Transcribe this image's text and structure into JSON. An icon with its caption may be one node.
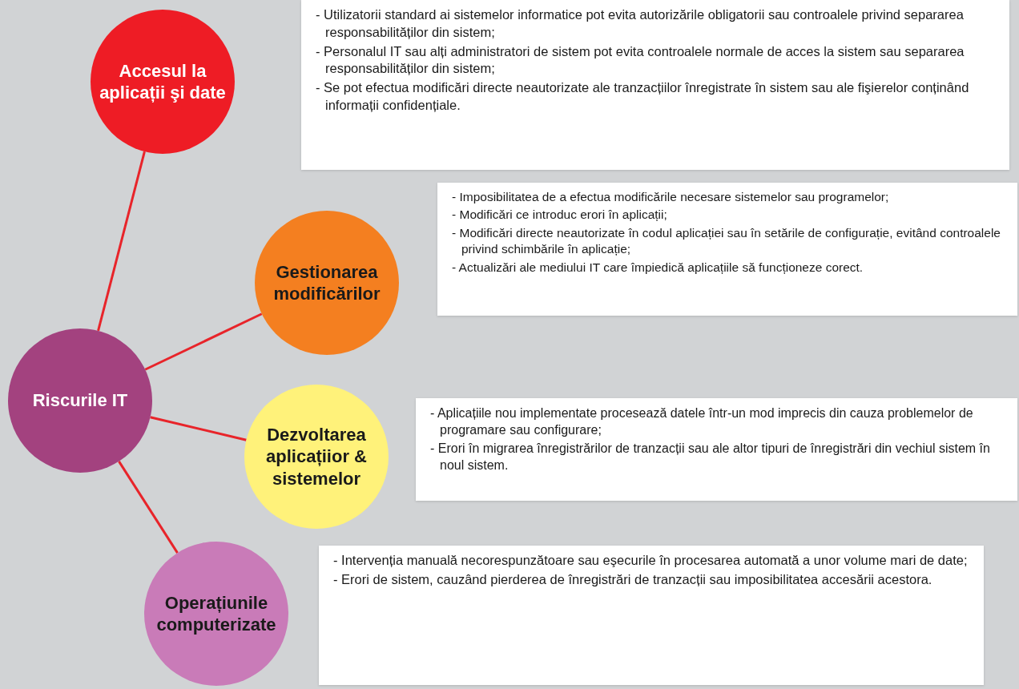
{
  "diagram": {
    "nodes": [
      {
        "text": [
          "Accesul la aplicații şi date"
        ]
      },
      {
        "text": [
          "- Utilizatorii standard ai sistemelor informatice pot evita autorizările obligatorii sau controalele privind separarea responsabilităților din sistem;",
          "- Personalul IT sau alți administratori de sistem pot evita controalele normale de acces la sistem sau separarea responsabilităților din sistem;",
          "- Se pot efectua modificări directe neautorizate ale tranzacțiilor înregistrate în sistem sau ale fişierelor conținând informații confidențiale."
        ]
      },
      {
        "text": [
          "Gestionarea modificărilor"
        ]
      },
      {
        "text": [
          "- Imposibilitatea de a efectua modificările necesare sistemelor sau programelor;",
          "- Modificări ce introduc erori în aplicații;",
          "- Modificări directe neautorizate în codul aplicației sau în setările de configurație, evitând controalele privind schimbările în aplicație;",
          "- Actualizări ale mediului IT care împiedică aplicațiile să funcționeze corect."
        ]
      },
      {
        "text": [
          "Riscurile IT"
        ]
      },
      {
        "text": [
          "Dezvoltarea aplicațiior & sistemelor"
        ]
      },
      {
        "text": [
          "- Aplicațiile nou implementate procesează datele într-un mod imprecis din cauza problemelor de programare sau configurare;",
          "- Erori în migrarea înregistrărilor de tranzacții sau ale altor tipuri de înregistrări din vechiul sistem în noul sistem."
        ]
      },
      {
        "text": [
          "Operațiunile computerizate"
        ]
      },
      {
        "text": [
          "- Intervenția manuală necorespunzătoare sau eşecurile în procesarea automată a unor volume mari de date;",
          "- Erori de sistem, cauzând pierderea de înregistrări de tranzacții sau imposibilitatea accesării acestora."
        ]
      }
    ],
    "edges": [
      {
        "from": 4,
        "to": 0,
        "arrow": "none"
      },
      {
        "from": 4,
        "to": 2,
        "arrow": "none"
      },
      {
        "from": 4,
        "to": 5,
        "arrow": "none"
      },
      {
        "from": 4,
        "to": 7,
        "arrow": "none"
      }
    ]
  }
}
